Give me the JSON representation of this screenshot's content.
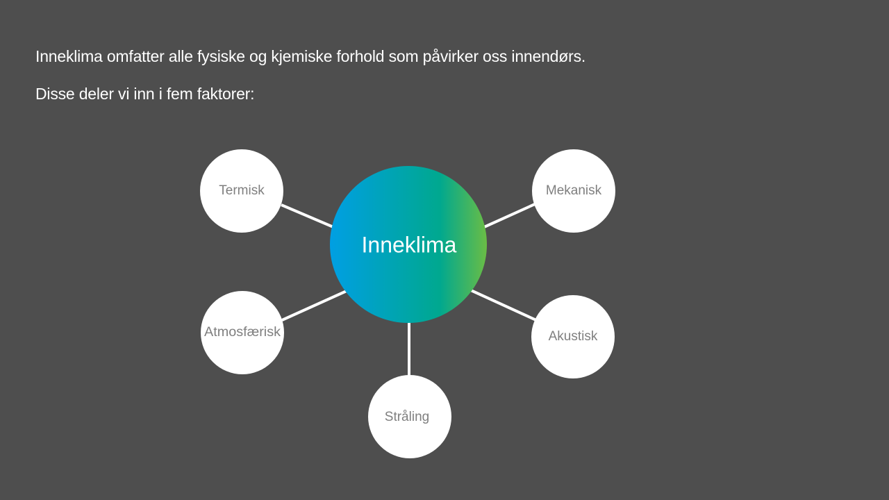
{
  "text": {
    "intro": "Inneklima omfatter alle fysiske og kjemiske forhold som påvirker oss innendørs.",
    "factors_heading": "Disse deler vi inn i fem faktorer:"
  },
  "diagram": {
    "center": {
      "label": "Inneklima",
      "gradient_colors": [
        "#009fe3",
        "#00a88f",
        "#6abd45"
      ]
    },
    "nodes": [
      {
        "key": "termisk",
        "label": "Termisk"
      },
      {
        "key": "mekanisk",
        "label": "Mekanisk"
      },
      {
        "key": "atmosfaerisk",
        "label": "Atmosfærisk"
      },
      {
        "key": "akustisk",
        "label": "Akustisk"
      },
      {
        "key": "straling",
        "label": "Stråling"
      }
    ],
    "colors": {
      "background": "#4e4e4e",
      "node_fill": "#ffffff",
      "connector": "#ffffff",
      "node_text": "#7f7f7f"
    }
  }
}
